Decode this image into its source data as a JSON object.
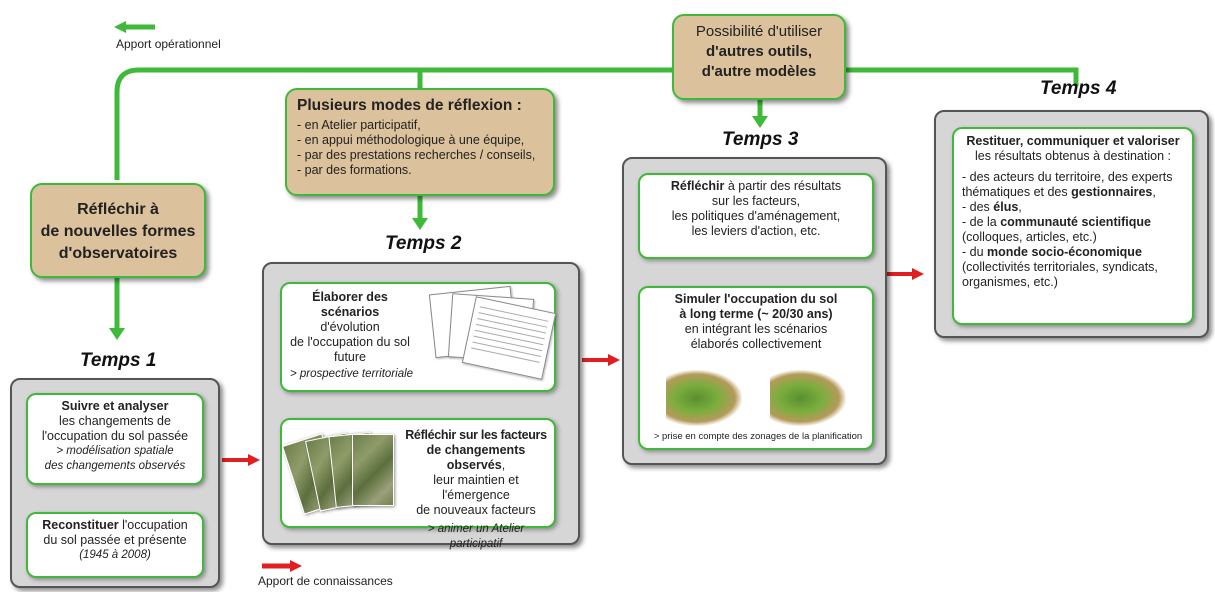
{
  "legend": {
    "operational": "Apport opérationnel",
    "knowledge": "Apport de connaissances"
  },
  "colors": {
    "green": "#3fb93a",
    "red": "#e02020",
    "tan": "#dcc29c",
    "panel": "#d6d6d6"
  },
  "top_box": {
    "line1": "Possibilité d'utiliser",
    "line2": "d'autres outils,",
    "line3": "d'autre modèles"
  },
  "modes_box": {
    "title": "Plusieurs modes de réflexion :",
    "items": [
      "- en Atelier participatif,",
      "- en appui méthodologique à une équipe,",
      "- par des prestations recherches / conseils,",
      "- par des formations."
    ]
  },
  "left_box": {
    "line1": "Réfléchir à",
    "line2": "de nouvelles formes",
    "line3": "d'observatoires"
  },
  "temps1": {
    "label": "Temps 1",
    "box1": {
      "bold": "Suivre et analyser",
      "line2": "les changements de",
      "line3": "l'occupation du sol passée",
      "note1": "> modélisation spatiale",
      "note2": "des changements observés"
    },
    "box2": {
      "bold": "Reconstituer",
      "rest": " l'occupation",
      "line2": "du sol passée et présente",
      "note": "(1945 à 2008)"
    }
  },
  "temps2": {
    "label": "Temps 2",
    "box1": {
      "bold1": "Élaborer des",
      "bold2": "scénarios",
      "rest2": " d'évolution",
      "line3": "de l'occupation du sol",
      "line4": "future",
      "note": "> prospective territoriale"
    },
    "box2": {
      "bold1": "Réfléchir sur les facteurs",
      "bold2": "de changements observés",
      "comma": ",",
      "line3": "leur maintien et l'émergence",
      "line4": "de nouveaux facteurs",
      "note": "> animer un Atelier participatif"
    }
  },
  "temps3": {
    "label": "Temps 3",
    "box1": {
      "bold": "Réfléchir",
      "rest": " à partir des résultats",
      "line2": "sur les facteurs,",
      "line3": "les politiques d'aménagement,",
      "line4": "les leviers d'action, etc."
    },
    "box2": {
      "bold1": "Simuler l'occupation du sol",
      "bold2": "à long terme (~ 20/30 ans)",
      "line3": "en intégrant les scénarios",
      "line4": "élaborés collectivement",
      "note": "> prise en compte des zonages de la planification"
    }
  },
  "temps4": {
    "label": "Temps 4",
    "box": {
      "title": "Restituer, communiquer et valoriser",
      "line2": "les résultats obtenus à destination :",
      "i1a": "- des acteurs du territoire, des experts",
      "i1b": "thématiques et des ",
      "i1c": "gestionnaires",
      "i1d": ",",
      "i2a": "- des ",
      "i2b": "élus",
      "i2c": ",",
      "i3a": "- de la ",
      "i3b": "communauté scientifique",
      "i3c": "(colloques, articles, etc.)",
      "i4a": "- du ",
      "i4b": "monde socio-économique",
      "i4c": "(collectivités territoriales, syndicats,",
      "i4d": "organismes, etc.)"
    }
  }
}
